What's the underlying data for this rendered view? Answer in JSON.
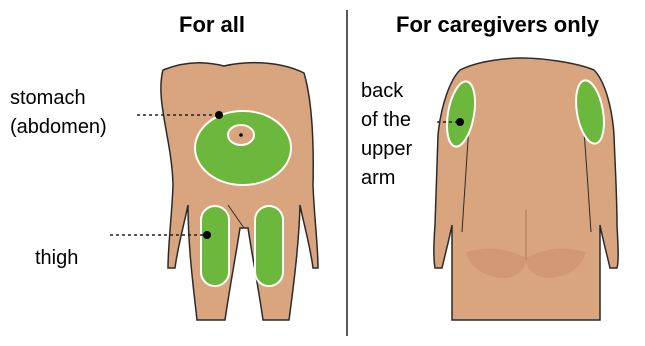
{
  "headings": {
    "left": "For all",
    "right": "For caregivers only"
  },
  "labels": {
    "stomach_line1": "stomach",
    "stomach_line2": "(abdomen)",
    "thigh": "thigh",
    "arm_line1": "back",
    "arm_line2": "of the",
    "arm_line3": "upper",
    "arm_line4": "arm"
  },
  "colors": {
    "skin": "#d9a57e",
    "skin_outline": "#2b2b2b",
    "injection_site": "#6cb83c",
    "site_outline": "#ffffff",
    "divider": "#222222",
    "buttock_shade": "#c9906a"
  }
}
